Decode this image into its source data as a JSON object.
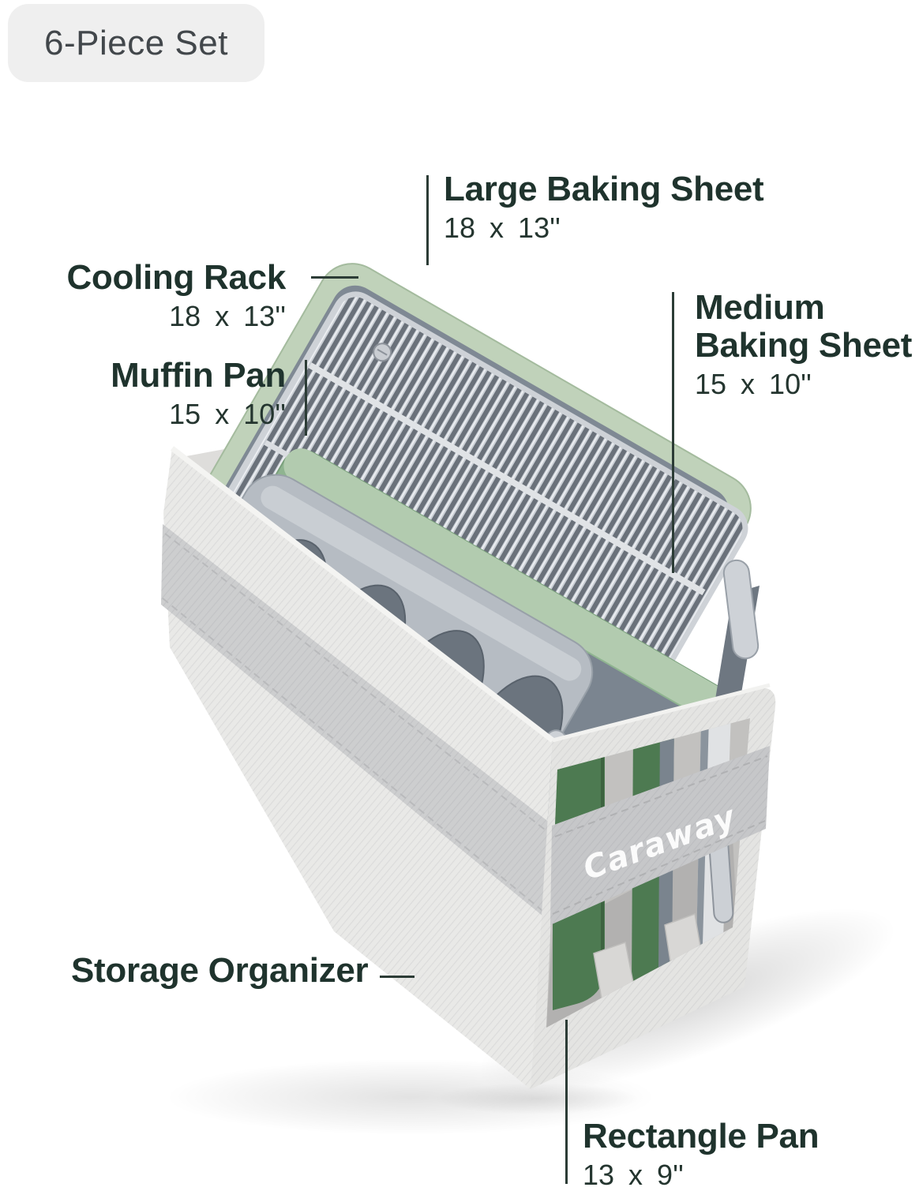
{
  "badge": {
    "label": "6-Piece Set"
  },
  "product": {
    "brand_logo": "Caraway"
  },
  "callouts": {
    "large_baking_sheet": {
      "label": "Large Baking Sheet",
      "size": "18 x 13''"
    },
    "cooling_rack": {
      "label": "Cooling Rack",
      "size": "18 x 13''"
    },
    "medium_baking_sheet": {
      "label_line1": "Medium",
      "label_line2": "Baking Sheet",
      "size": "15 x 10''"
    },
    "muffin_pan": {
      "label": "Muffin Pan",
      "size": "15 x 10''"
    },
    "storage_organizer": {
      "label": "Storage Organizer"
    },
    "rectangle_pan": {
      "label": "Rectangle Pan",
      "size": "13 x 9''"
    }
  },
  "colors": {
    "background": "#ffffff",
    "badge_bg": "#efefef",
    "badge_text": "#42474b",
    "label_text": "#1f332d",
    "leader_line": "#2c3c36",
    "sheet_sage_rim": "#c0d2ba",
    "pan_medium_green": "#8fb490",
    "pan_deep_green": "#4d7a51",
    "pan_slate": "#7b8590",
    "rack_silver": "#ccd1d7",
    "organizer_fabric": "#e9e9e7",
    "organizer_strap": "#c6c7c9",
    "logo_text_color": "#fbfbfb"
  }
}
